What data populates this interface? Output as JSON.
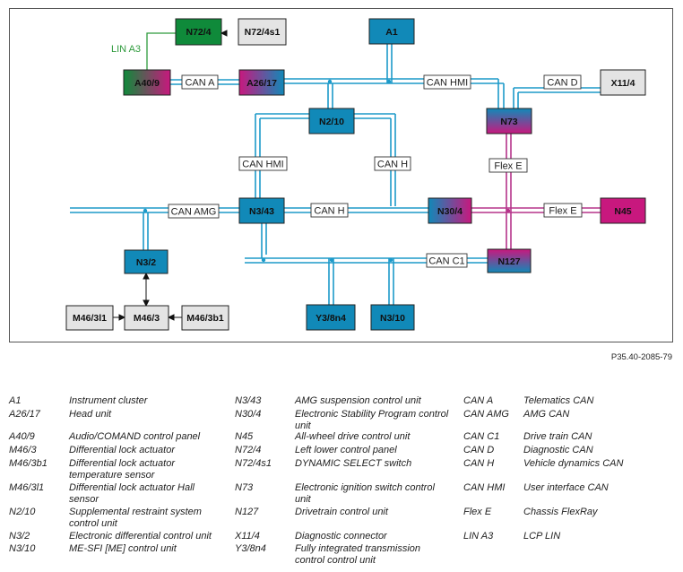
{
  "colors": {
    "can_bus": "#1d9ac9",
    "flexray_bus": "#b5338a",
    "lin_bus": "#2e9a3c",
    "unit_blue": "#1189b8",
    "unit_green": "#0f8a3a",
    "unit_magenta": "#c8187e",
    "unit_gray": "#e4e4e4"
  },
  "nodes": {
    "N72_4": "N72/4",
    "N72_4s1": "N72/4s1",
    "A1": "A1",
    "A40_9": "A40/9",
    "A26_17": "A26/17",
    "X11_4": "X11/4",
    "N73": "N73",
    "N2_10": "N2/10",
    "N3_43": "N3/43",
    "N30_4": "N30/4",
    "N45": "N45",
    "N3_2": "N3/2",
    "N127": "N127",
    "M46_3l1": "M46/3l1",
    "M46_3": "M46/3",
    "M46_3b1": "M46/3b1",
    "Y3_8n4": "Y3/8n4",
    "N3_10": "N3/10"
  },
  "bus_labels": {
    "lin_a3": "LIN A3",
    "can_a": "CAN A",
    "can_hmi_top": "CAN HMI",
    "can_d": "CAN D",
    "can_hmi_left": "CAN HMI",
    "can_h_right": "CAN H",
    "flex_e_vertical": "Flex E",
    "can_amg": "CAN AMG",
    "can_h_mid": "CAN H",
    "flex_e_horizontal": "Flex E",
    "can_c1": "CAN C1"
  },
  "figure_id": "P35.40-2085-79",
  "legend": [
    {
      "code": "A1",
      "desc": "Instrument cluster"
    },
    {
      "code": "A26/17",
      "desc": "Head unit"
    },
    {
      "code": "A40/9",
      "desc": "Audio/COMAND control panel"
    },
    {
      "code": "M46/3",
      "desc": "Differential lock actuator"
    },
    {
      "code": "M46/3b1",
      "desc": "Differential lock actuator temperature sensor"
    },
    {
      "code": "M46/3l1",
      "desc": "Differential lock actuator Hall sensor"
    },
    {
      "code": "N2/10",
      "desc": "Supplemental restraint system control unit"
    },
    {
      "code": "N3/2",
      "desc": "Electronic differential control unit"
    },
    {
      "code": "N3/10",
      "desc": "ME-SFI [ME] control unit"
    },
    {
      "code": "N3/43",
      "desc": "AMG suspension control unit"
    },
    {
      "code": "N30/4",
      "desc": "Electronic Stability Program control unit"
    },
    {
      "code": "N45",
      "desc": "All-wheel drive control unit"
    },
    {
      "code": "N72/4",
      "desc": "Left lower control panel"
    },
    {
      "code": "N72/4s1",
      "desc": "DYNAMIC SELECT switch"
    },
    {
      "code": "N73",
      "desc": "Electronic ignition switch control unit"
    },
    {
      "code": "N127",
      "desc": "Drivetrain control unit"
    },
    {
      "code": "X11/4",
      "desc": "Diagnostic connector"
    },
    {
      "code": "Y3/8n4",
      "desc": "Fully integrated transmission control control unit"
    },
    {
      "code": "CAN A",
      "desc": "Telematics CAN"
    },
    {
      "code": "CAN AMG",
      "desc": "AMG CAN"
    },
    {
      "code": "CAN C1",
      "desc": "Drive train CAN"
    },
    {
      "code": "CAN D",
      "desc": "Diagnostic CAN"
    },
    {
      "code": "CAN H",
      "desc": "Vehicle dynamics CAN"
    },
    {
      "code": "CAN HMI",
      "desc": "User interface CAN"
    },
    {
      "code": "Flex E",
      "desc": "Chassis FlexRay"
    },
    {
      "code": "LIN A3",
      "desc": "LCP LIN"
    }
  ]
}
